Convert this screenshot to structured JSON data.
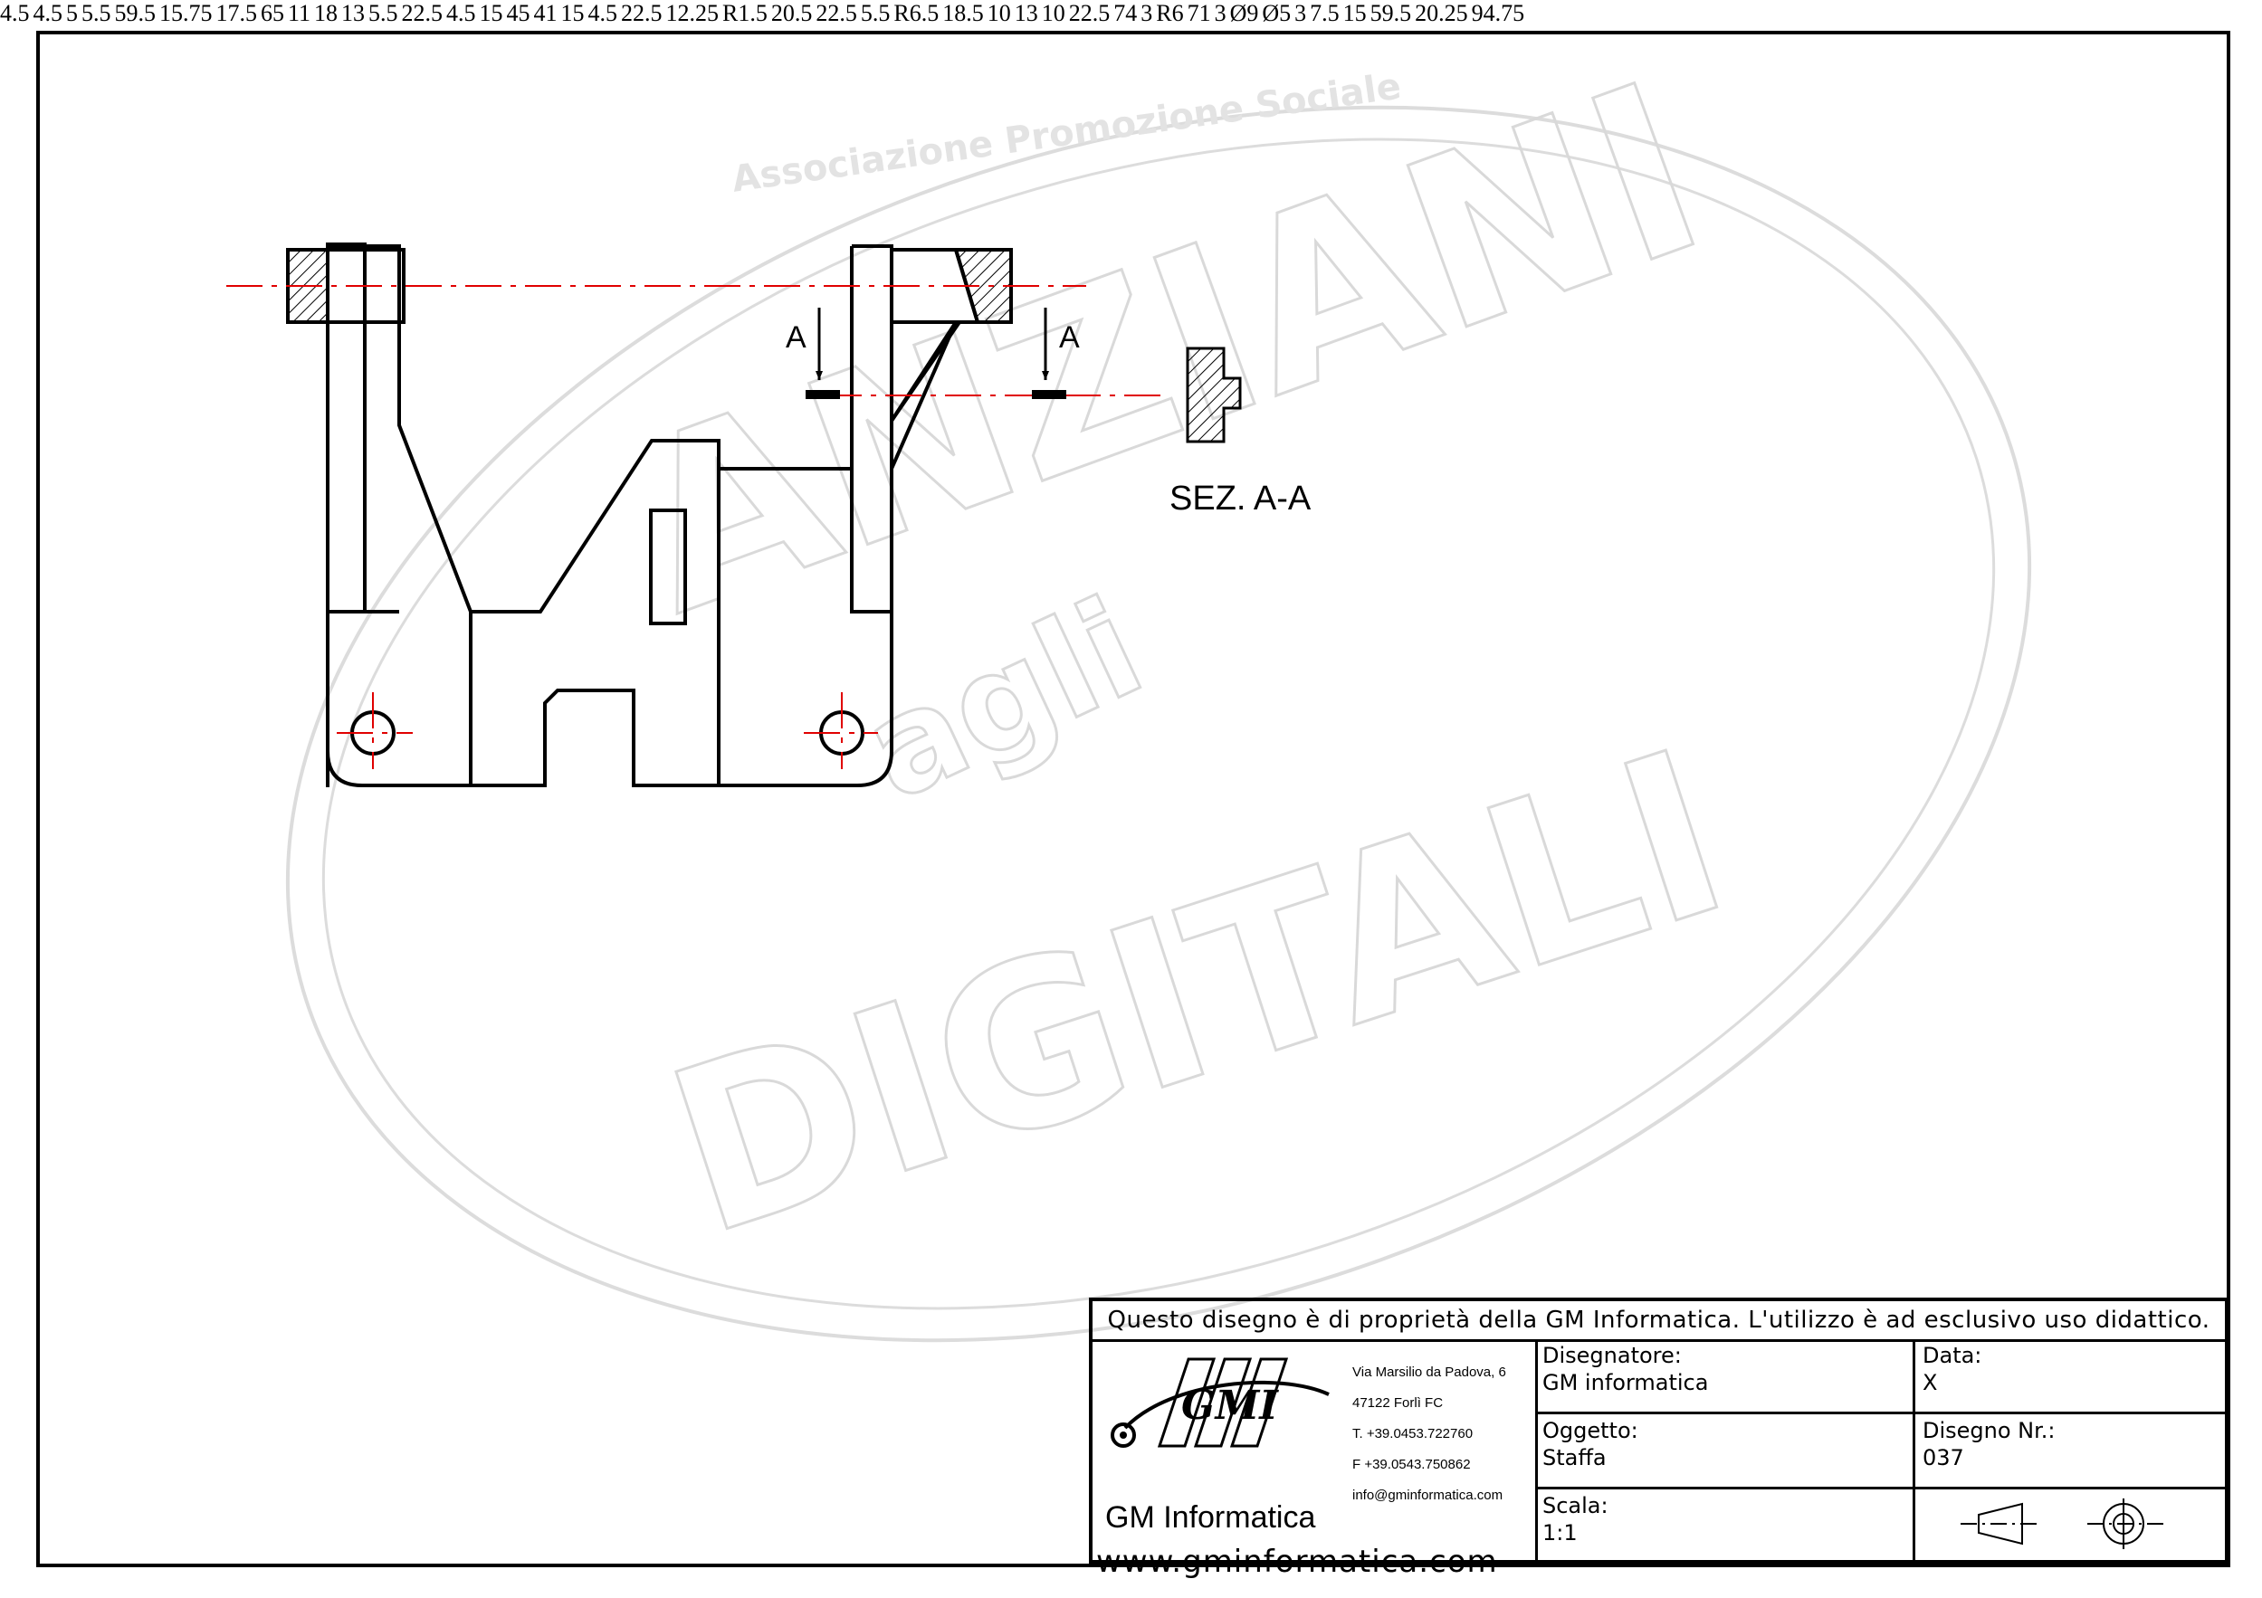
{
  "watermark": {
    "arc_text": "Associazione Promozione Sociale",
    "big_text_top": "ANZIANI",
    "big_text_mid": "agli",
    "big_text_bottom": "DIGITALI"
  },
  "section": {
    "label": "SEZ. A-A",
    "cut_letter_left": "A",
    "cut_letter_right": "A"
  },
  "dims": {
    "d_4_5_top_left": "4.5",
    "d_4_5_top_right": "4.5",
    "d_5": "5",
    "d_5_5_top": "5.5",
    "d_59_5_top": "59.5",
    "d_15_75": "15.75",
    "d_17_5": "17.5",
    "d_65": "65",
    "d_11": "11",
    "d_18": "18",
    "d_13": "13",
    "d_5_5_right": "5.5",
    "d_22_5_mid": "22.5",
    "d_4_5_slot": "4.5",
    "d_15_slot": "15",
    "d_45": "45",
    "d_41": "41",
    "d_15_bottom": "15",
    "d_4_5_low": "4.5",
    "d_22_5_left": "22.5",
    "d_12_25": "12.25",
    "d_r1_5": "R1.5",
    "d_20_5": "20.5",
    "d_22_5_right": "22.5",
    "d_5_5_bottom": "5.5",
    "d_r6_5": "R6.5",
    "d_18_5": "18.5",
    "d_10a": "10",
    "d_13b": "13",
    "d_10b": "10",
    "d_22_5_b": "22.5",
    "d_74": "74",
    "d_3_sec": "3",
    "d_r6": "R6",
    "d_71": "71",
    "d_3_side": "3",
    "d_phi9": "Ø9",
    "d_phi5": "Ø5",
    "d_3_bot": "3",
    "d_7_5": "7.5",
    "d_15_b": "15",
    "d_59_5_b": "59.5",
    "d_20_25": "20.25",
    "d_94_75": "94.75"
  },
  "title_block": {
    "notice": "Questo disegno è di proprietà della GM Informatica. L'utilizzo è ad esclusivo uso didattico.",
    "logo_text": "GMI",
    "company_name": "GM Informatica",
    "website": "www.gminformatica.com",
    "address_line1": "Via Marsilio da Padova, 6",
    "address_line2": "47122  Forlì  FC",
    "phone": "T. +39.0453.722760",
    "fax": "F +39.0543.750862",
    "email": "info@gminformatica.com",
    "designer_label": "Disegnatore:",
    "designer_value": "GM  informatica",
    "date_label": "Data:",
    "date_value": "X",
    "object_label": "Oggetto:",
    "object_value": "Staffa",
    "drawing_no_label": "Disegno  Nr.:",
    "drawing_no_value": "037",
    "scale_label": "Scala:",
    "scale_value": "1:1"
  },
  "colors": {
    "line": "#000000",
    "centerline": "#e00000",
    "watermark": "#d9d9d9"
  }
}
